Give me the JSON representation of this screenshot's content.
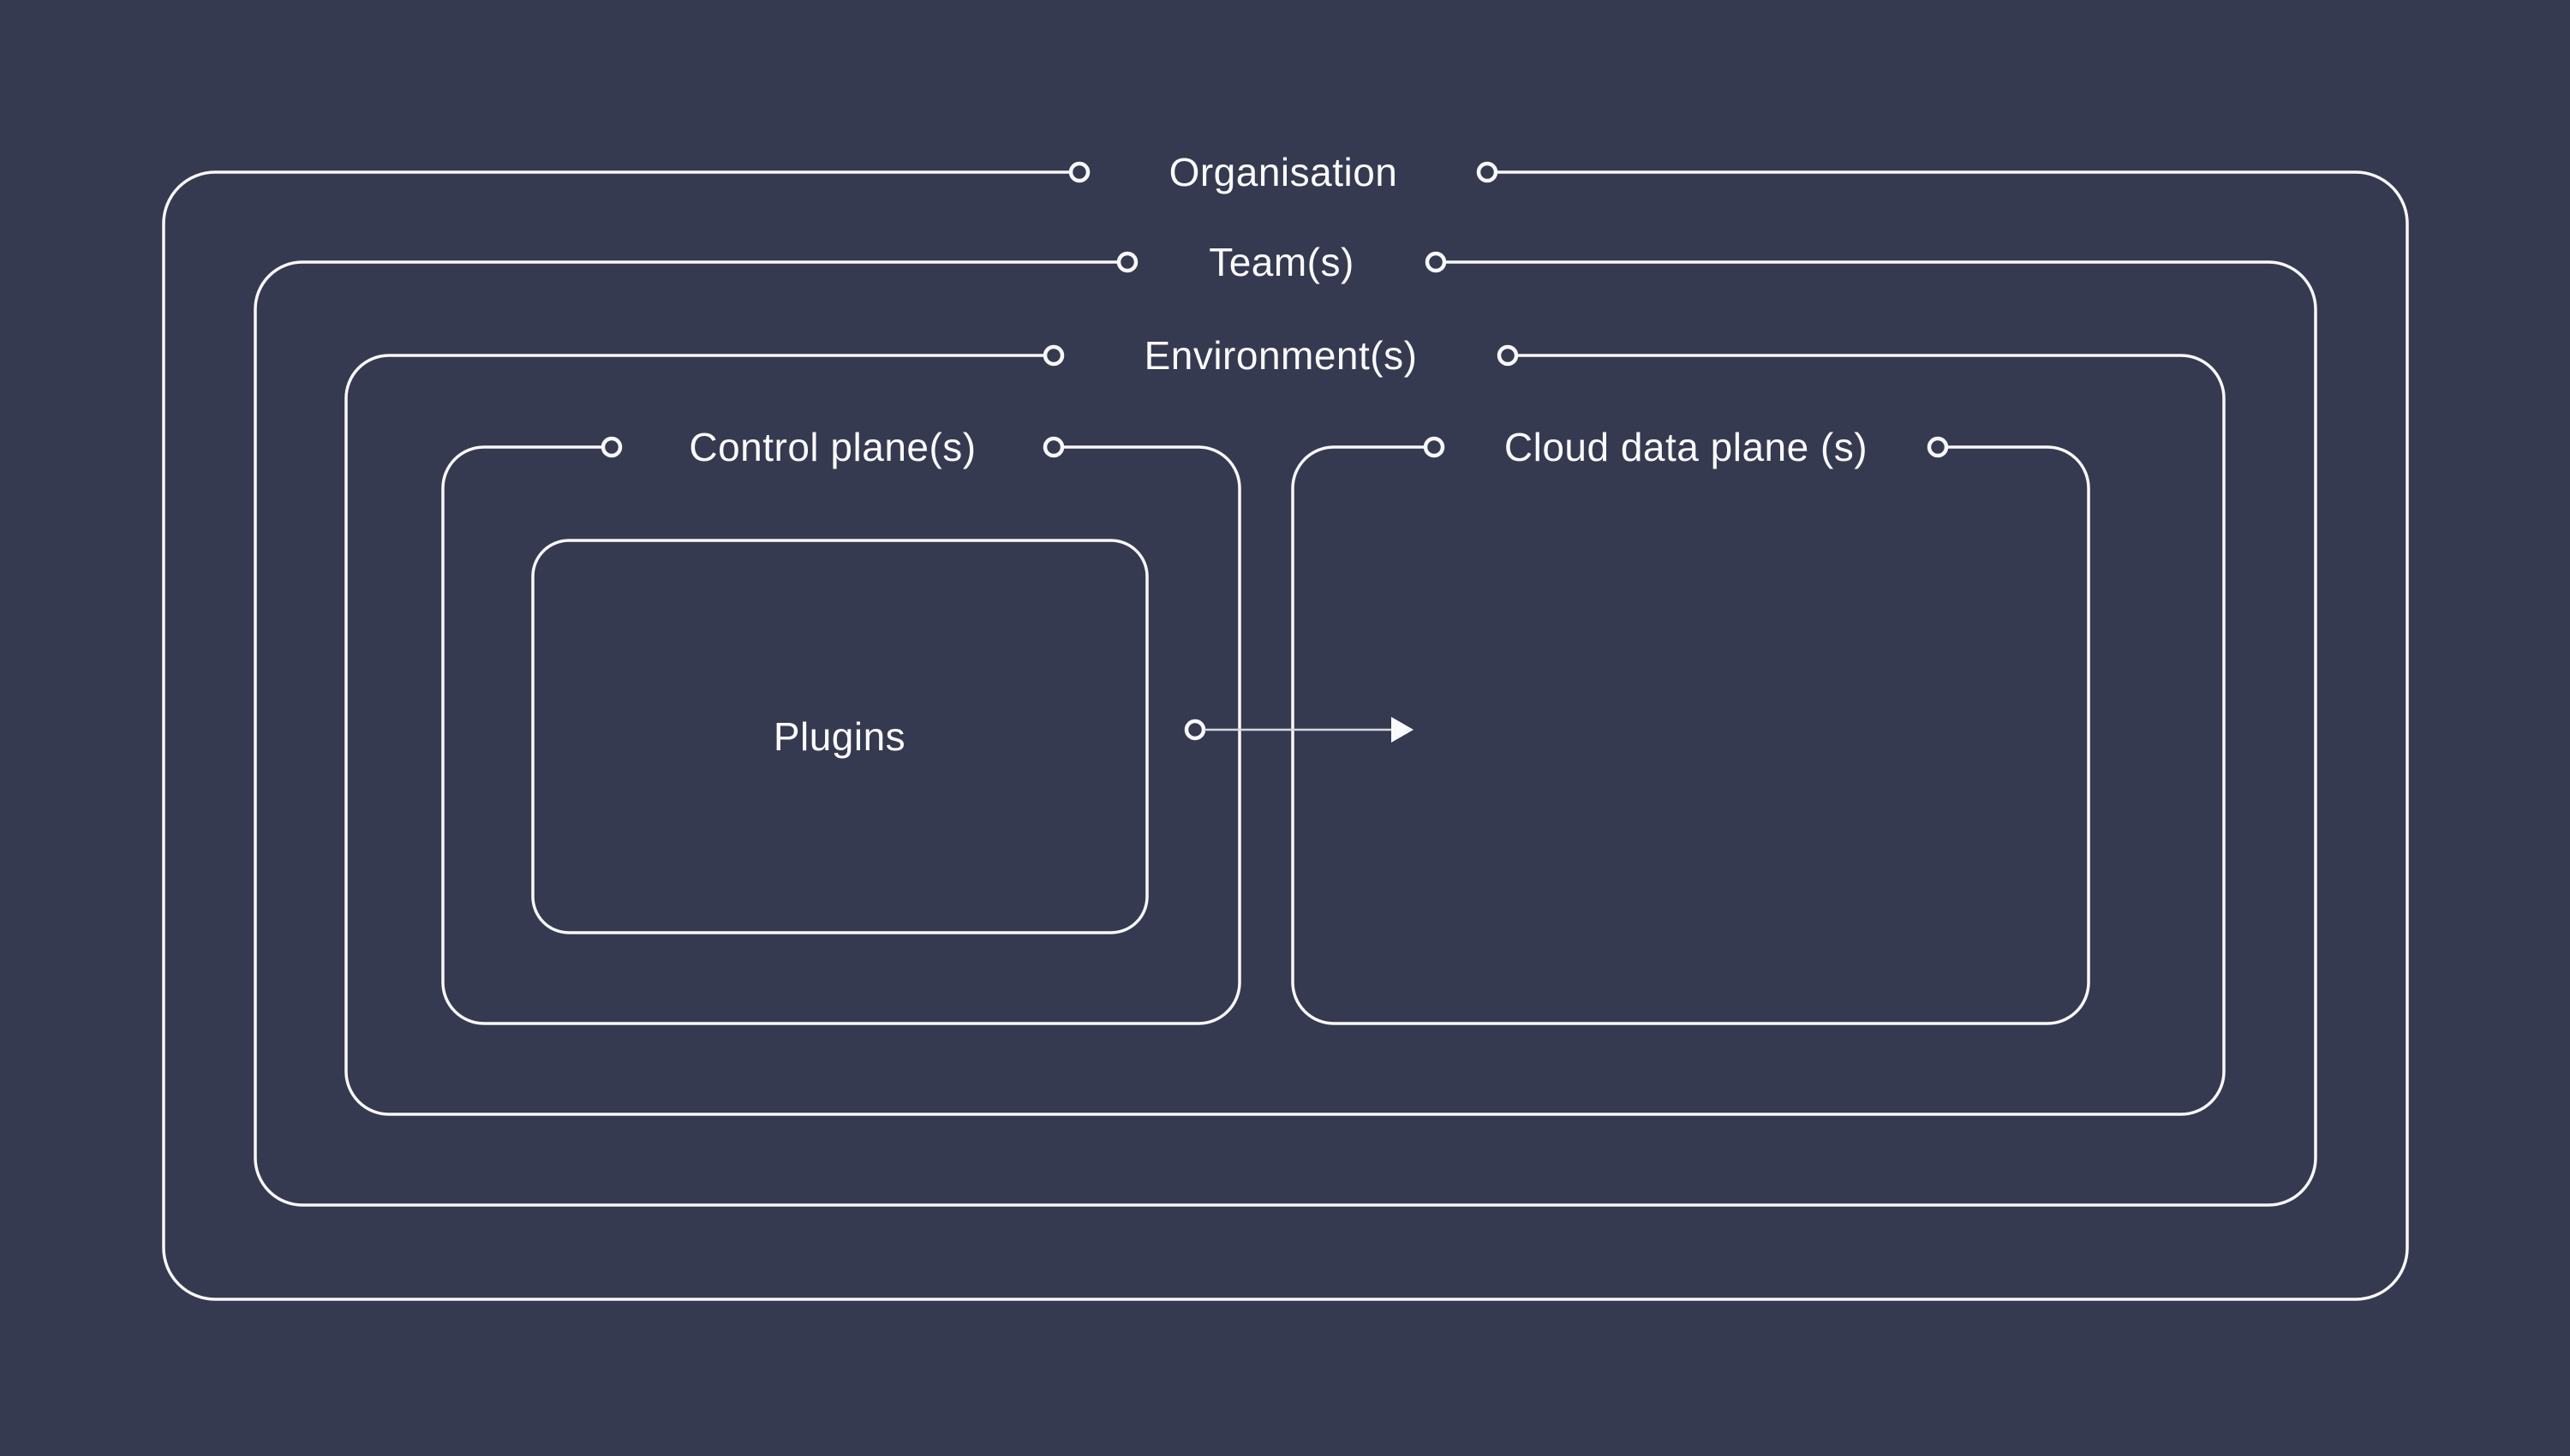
{
  "diagram": {
    "title": "Nested platform scopes diagram",
    "colors": {
      "background": "#363a50",
      "line": "#f8f8fb",
      "text": "#fafafc",
      "arrow_line": "#d6d7de"
    },
    "layers": [
      {
        "id": "organisation",
        "label": "Organisation"
      },
      {
        "id": "teams",
        "label": "Team(s)"
      },
      {
        "id": "environments",
        "label": "Environment(s)"
      },
      {
        "id": "control-plane",
        "label": "Control plane(s)"
      },
      {
        "id": "cloud-data-plane",
        "label": "Cloud data plane (s)"
      },
      {
        "id": "plugins",
        "label": "Plugins"
      }
    ],
    "arrow": {
      "from": "plugins",
      "to": "cloud-data-plane"
    }
  }
}
